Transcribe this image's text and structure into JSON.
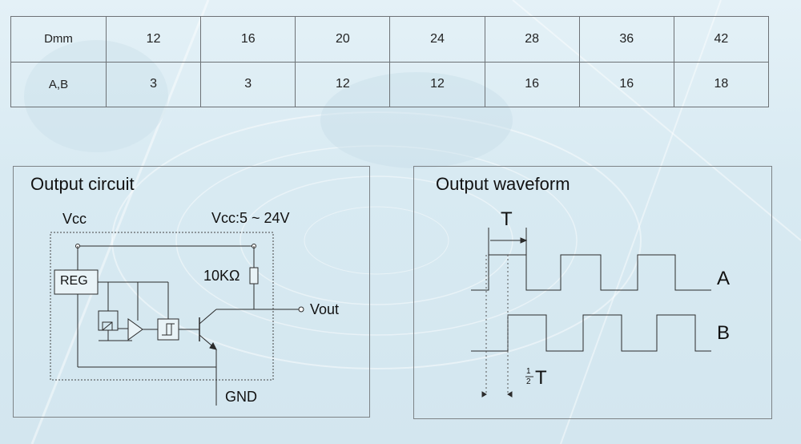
{
  "spec_table": {
    "rows": [
      {
        "header": "Dmm",
        "values": [
          "12",
          "16",
          "20",
          "24",
          "28",
          "36",
          "42"
        ]
      },
      {
        "header": "A,B",
        "values": [
          "3",
          "3",
          "12",
          "12",
          "16",
          "16",
          "18"
        ]
      }
    ]
  },
  "output_circuit": {
    "title": "Output circuit",
    "vcc_label": "Vcc",
    "supply_label": "Vcc:5 ~ 24V",
    "reg_label": "REG",
    "resistor_label": "10KΩ",
    "vout_label": "Vout",
    "gnd_label": "GND"
  },
  "output_waveform": {
    "title": "Output waveform",
    "period_label": "T",
    "channel_a_label": "A",
    "channel_b_label": "B",
    "half_num": "1",
    "half_den": "2",
    "half_t": "T"
  }
}
